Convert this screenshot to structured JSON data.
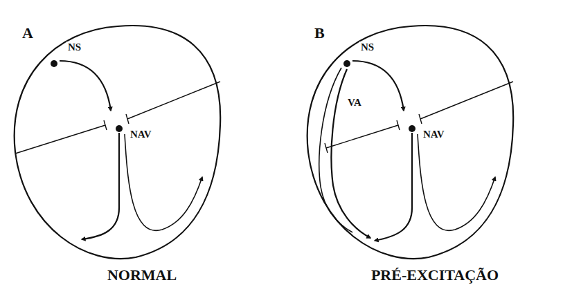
{
  "diagram": {
    "labels": [
      "A",
      "NS",
      "NAV",
      "NORMAL",
      "B",
      "NS",
      "VA",
      "NAV",
      "PRÉ-EXCITAÇÃO"
    ]
  }
}
